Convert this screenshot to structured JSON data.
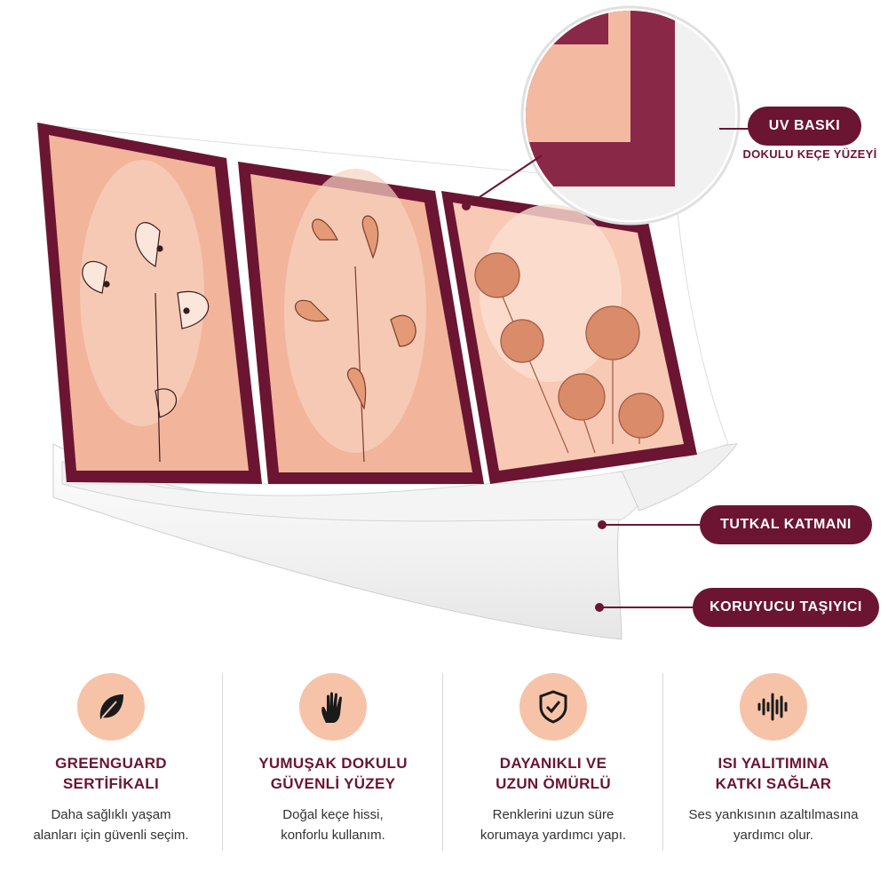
{
  "callouts": {
    "uv_title": "UV BASKI",
    "uv_sub": "DOKULU KEÇE YÜZEYİ",
    "glue": "TUTKAL KATMANI",
    "carrier": "KORUYUCU TAŞIYICI"
  },
  "colors": {
    "brand": "#6b1532",
    "accent": "#f7c3a8",
    "panel": "#f2b49a"
  },
  "features": [
    {
      "icon": "leaf-icon",
      "title_1": "GREENGUARD",
      "title_2": "SERTİFİKALI",
      "text_1": "Daha sağlıklı yaşam",
      "text_2": "alanları için güvenli seçim."
    },
    {
      "icon": "hand-icon",
      "title_1": "YUMUŞAK DOKULU",
      "title_2": "GÜVENLİ YÜZEY",
      "text_1": "Doğal keçe hissi,",
      "text_2": "konforlu kullanım."
    },
    {
      "icon": "shield-check-icon",
      "title_1": "DAYANIKLI VE",
      "title_2": "UZUN ÖMÜRLÜ",
      "text_1": "Renklerini uzun süre",
      "text_2": "korumaya yardımcı yapı."
    },
    {
      "icon": "sound-wave-icon",
      "title_1": "ISI YALITIMINA",
      "title_2": "KATKI SAĞLAR",
      "text_1": "Ses yankısının azaltılmasına",
      "text_2": "yardımcı olur."
    }
  ]
}
